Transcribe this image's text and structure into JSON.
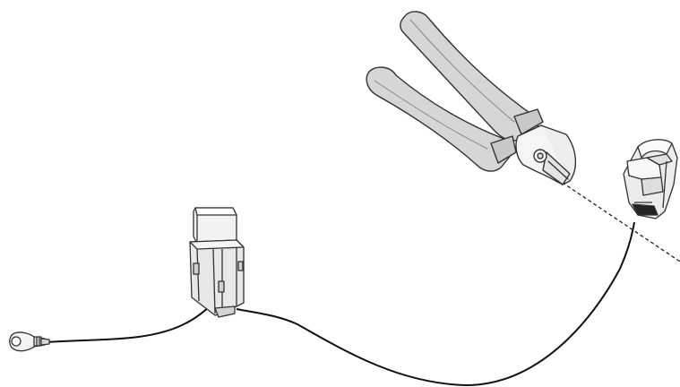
{
  "diagram": {
    "parts": [
      {
        "id": "ring-terminal",
        "icon": "ring-terminal-icon"
      },
      {
        "id": "fuse-holder",
        "icon": "fuse-holder-icon"
      },
      {
        "id": "connector-plug",
        "icon": "connector-plug-icon"
      },
      {
        "id": "diagonal-cutter",
        "icon": "wire-cutter-pliers-icon"
      }
    ],
    "wire_color": "#111111",
    "outline_color": "#333333",
    "part_fill": "#e9e9e9",
    "handle_fill": "#d6d6d6",
    "cut_line_style": "dashed"
  }
}
